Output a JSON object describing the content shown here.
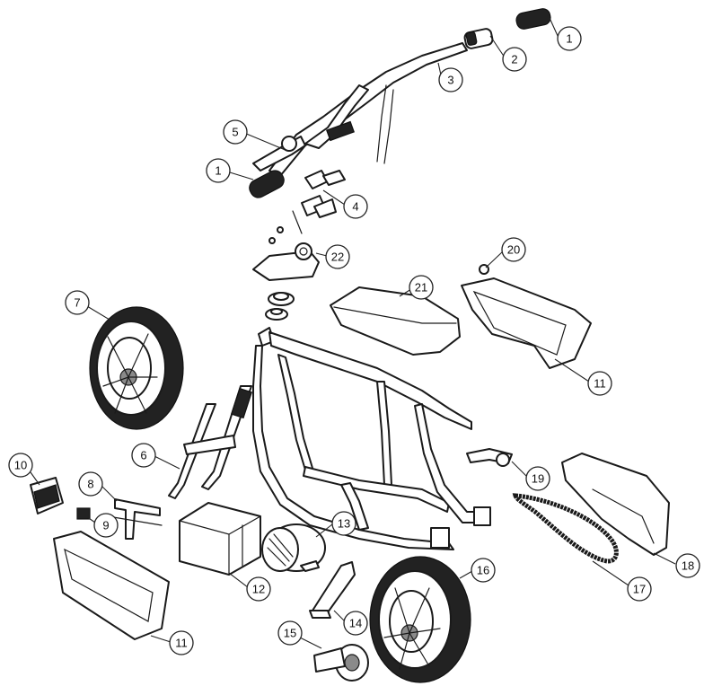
{
  "callouts": [
    {
      "id": "1a",
      "label": "1"
    },
    {
      "id": "2",
      "label": "2"
    },
    {
      "id": "3",
      "label": "3"
    },
    {
      "id": "5",
      "label": "5"
    },
    {
      "id": "1b",
      "label": "1"
    },
    {
      "id": "4",
      "label": "4"
    },
    {
      "id": "22",
      "label": "22"
    },
    {
      "id": "20",
      "label": "20"
    },
    {
      "id": "21",
      "label": "21"
    },
    {
      "id": "7",
      "label": "7"
    },
    {
      "id": "11a",
      "label": "11"
    },
    {
      "id": "6",
      "label": "6"
    },
    {
      "id": "10",
      "label": "10"
    },
    {
      "id": "8",
      "label": "8"
    },
    {
      "id": "9",
      "label": "9"
    },
    {
      "id": "19",
      "label": "19"
    },
    {
      "id": "18",
      "label": "18"
    },
    {
      "id": "13",
      "label": "13"
    },
    {
      "id": "12",
      "label": "12"
    },
    {
      "id": "16",
      "label": "16"
    },
    {
      "id": "17",
      "label": "17"
    },
    {
      "id": "14",
      "label": "14"
    },
    {
      "id": "15",
      "label": "15"
    },
    {
      "id": "11b",
      "label": "11"
    }
  ],
  "colors": {
    "line": "#1a1a1a",
    "tire": "#222222",
    "background": "#ffffff"
  }
}
